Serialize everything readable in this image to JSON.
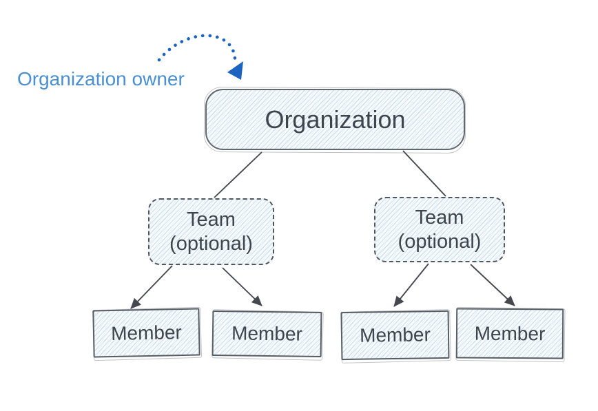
{
  "annotation": {
    "owner_label": "Organization owner"
  },
  "nodes": {
    "organization": {
      "label": "Organization"
    },
    "team_left": {
      "label": "Team",
      "sublabel": "(optional)"
    },
    "team_right": {
      "label": "Team",
      "sublabel": "(optional)"
    },
    "member_1": {
      "label": "Member"
    },
    "member_2": {
      "label": "Member"
    },
    "member_3": {
      "label": "Member"
    },
    "member_4": {
      "label": "Member"
    }
  },
  "colors": {
    "background": "#ffffff",
    "annotation_text": "#4a8fd1",
    "annotation_arrow": "#1b63c1",
    "node_text": "#3f454c",
    "node_border": "#565c64",
    "node_fill": "#f3f8fc",
    "hatch_line": "#a9c7e3",
    "connector": "#45494f"
  }
}
